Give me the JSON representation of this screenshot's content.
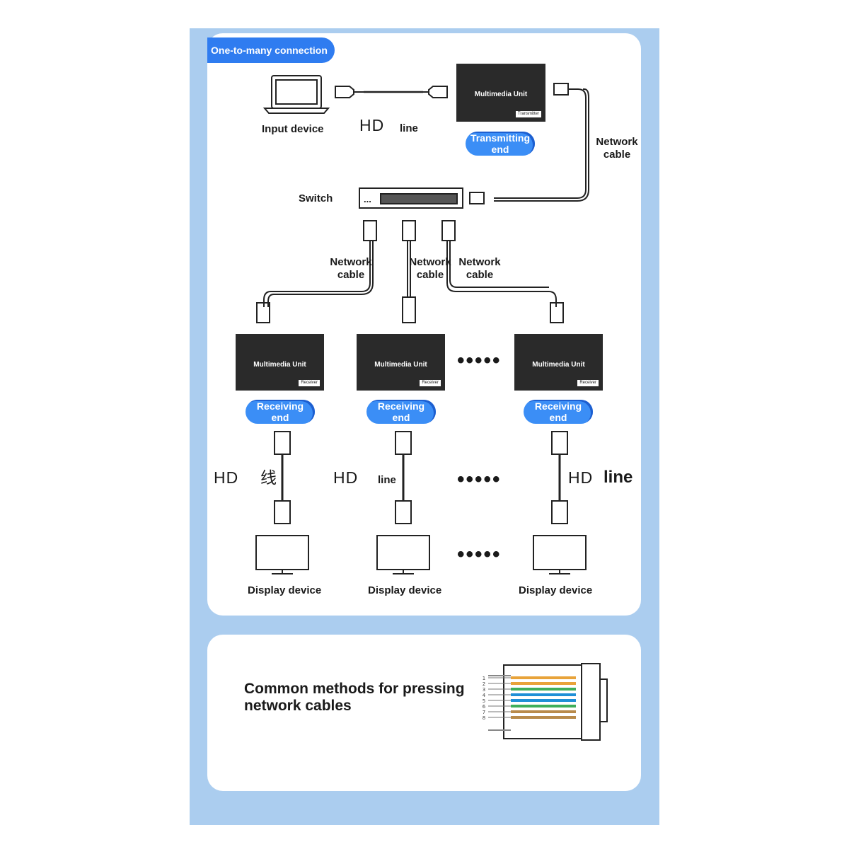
{
  "header": {
    "badge": "One-to-many connection"
  },
  "top_row": {
    "input_device": "Input device",
    "hd_line_hd": "HD",
    "hd_line_line": "line",
    "transmitter_title": "Multimedia Unit",
    "transmitter_tag": "Transmitter",
    "transmitting_line1": "Transmitting",
    "transmitting_line2": "end",
    "network_cable_line1": "Network",
    "network_cable_line2": "cable"
  },
  "switch": {
    "label": "Switch",
    "dots": "..."
  },
  "cables": [
    {
      "line1": "Network",
      "line2": "cable"
    },
    {
      "line1": "Network",
      "line2": "cable"
    },
    {
      "line1": "Network",
      "line2": "cable"
    }
  ],
  "receivers": [
    {
      "title": "Multimedia Unit",
      "tag": "Receiver",
      "pill1": "Receiving",
      "pill2": "end",
      "hd": "HD",
      "line": "线",
      "display": "Display device"
    },
    {
      "title": "Multimedia Unit",
      "tag": "Receiver",
      "pill1": "Receiving",
      "pill2": "end",
      "hd": "HD",
      "line": "line",
      "display": "Display device"
    },
    {
      "title": "Multimedia Unit",
      "tag": "Receiver",
      "pill1": "Receiving",
      "pill2": "end",
      "hd": "HD",
      "line": "line",
      "display": "Display device"
    }
  ],
  "ellipsis": "•••••",
  "bottom": {
    "heading_line1": "Common methods for pressing",
    "heading_line2": "network cables",
    "pin_numbers": [
      "1",
      "2",
      "3",
      "4",
      "5",
      "6",
      "7",
      "8"
    ],
    "wire_colors": [
      "#e8a33a",
      "#e8a33a",
      "#3fae5a",
      "#1f8fd6",
      "#1f8fd6",
      "#3fae5a",
      "#b88a4a",
      "#b88a4a"
    ]
  },
  "colors": {
    "frame": "#abcdef",
    "pill": "#3b8ef6",
    "unit": "#2a2a2a"
  }
}
